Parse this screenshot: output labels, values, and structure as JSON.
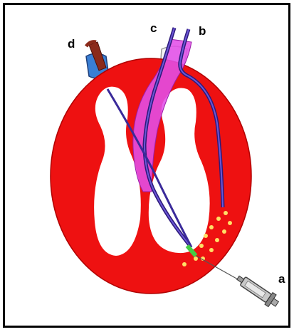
{
  "figure": {
    "labels": {
      "a": "a",
      "b": "b",
      "c": "c",
      "d": "d"
    },
    "colors": {
      "frame": "#000000",
      "heart_wall": "#ee1111",
      "chamber_fill": "#ffffff",
      "sheath": "#e24ee8",
      "catheter": "#4a2fb0",
      "vessel_cuff": "#3a7fd4",
      "brown_catheter": "#8b2a1a",
      "needle_tip": "#44cc44",
      "dots": "#ffe066",
      "syringe": "#c8c8c8"
    },
    "component_icons": {
      "heart": "heart-cross-section-icon",
      "syringe": "syringe-icon",
      "catheter": "catheter-icon"
    }
  }
}
